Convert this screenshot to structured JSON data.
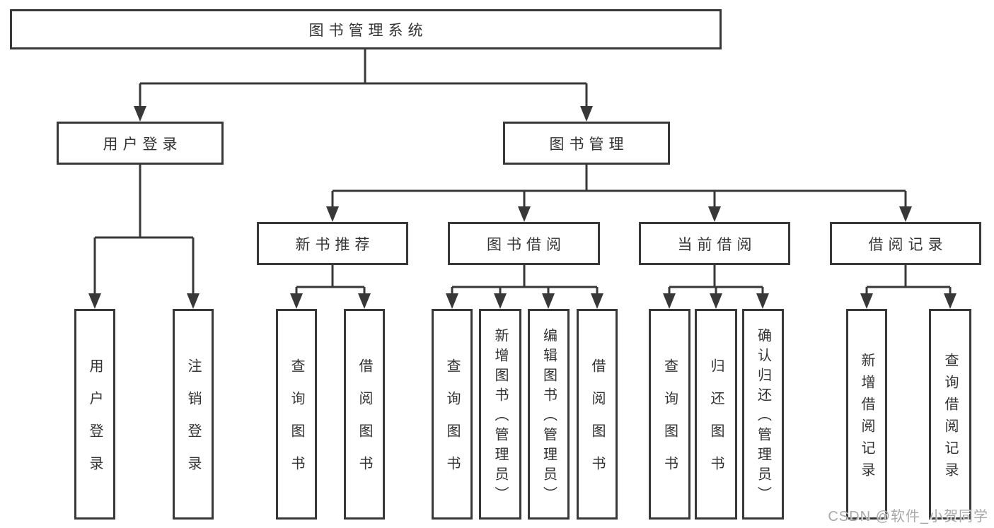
{
  "diagram": {
    "watermark": "CSDN @软件_小贺同学",
    "colors": {
      "line": "#383838",
      "text": "#333333",
      "box_bg": "#ffffff",
      "watermark": "#a8a8a8"
    },
    "nodes": {
      "root": "图书管理系统",
      "level2": {
        "user_login": "用户登录",
        "book_management": "图书管理"
      },
      "level3": {
        "new_book_recommend": "新书推荐",
        "book_borrowing": "图书借阅",
        "current_borrowing": "当前借阅",
        "borrowing_records": "借阅记录"
      },
      "leaves": {
        "user_login": "用户登录",
        "logout": "注销登录",
        "query_book_1": "查询图书",
        "borrow_book_1": "借阅图书",
        "query_book_2": "查询图书",
        "add_book_admin": "新增图书（管理员）",
        "edit_book_admin": "编辑图书（管理员）",
        "borrow_book_2": "借阅图书",
        "query_book_3": "查询图书",
        "return_book": "归还图书",
        "confirm_return_admin": "确认归还（管理员）",
        "add_borrow_record": "新增借阅记录",
        "query_borrow_record": "查询借阅记录"
      }
    }
  }
}
